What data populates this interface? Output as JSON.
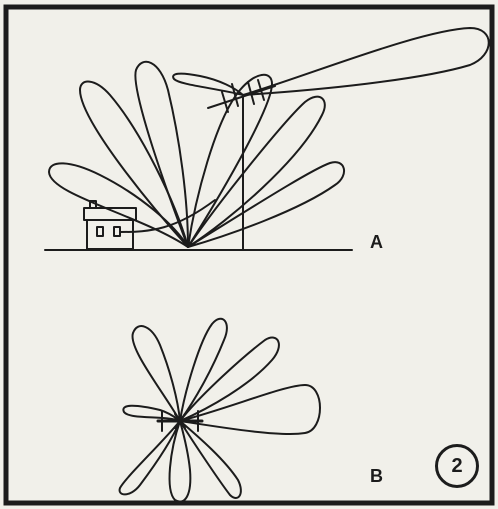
{
  "labels": {
    "a": "A",
    "b": "B",
    "figure_number": "2"
  }
}
